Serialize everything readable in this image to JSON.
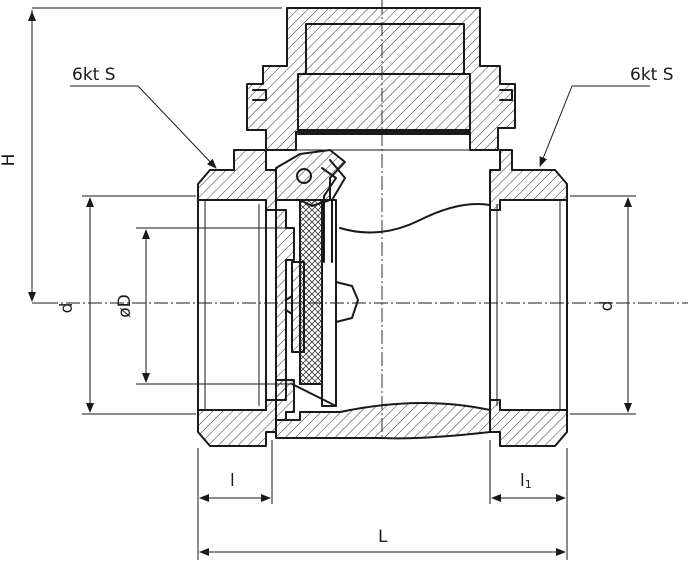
{
  "labels": {
    "hex_left": "6kt S",
    "hex_right": "6kt S",
    "height": "H",
    "dia_left": "d",
    "dia_right": "d",
    "disc": "øD",
    "thread_left": "l",
    "thread_right_main": "l",
    "thread_right_sub": "1",
    "length": "L"
  },
  "colors": {
    "line": "#1a1a1a",
    "background": "#ffffff"
  }
}
